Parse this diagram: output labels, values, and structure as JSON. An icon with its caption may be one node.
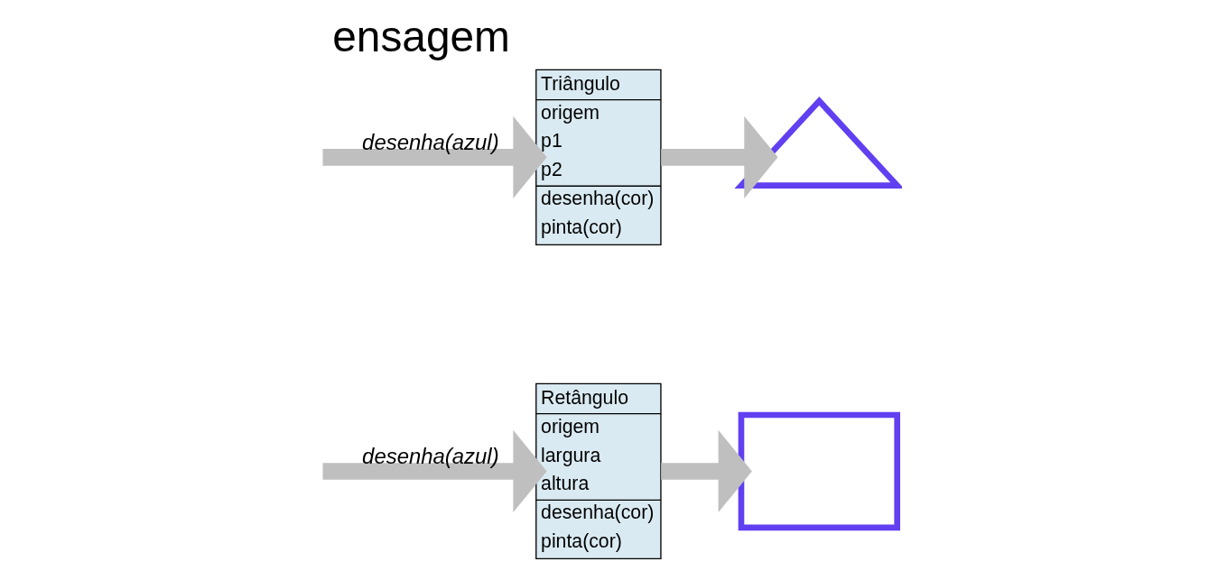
{
  "diagram": {
    "title": "ensagem",
    "nodes": [
      {
        "text": [
          "Triângulo",
          "origem",
          "p1",
          "p2",
          "desenha(cor)",
          "pinta(cor)"
        ]
      },
      {
        "text": [],
        "shape": "triangle"
      },
      {
        "text": [
          "Retângulo",
          "origem",
          "largura",
          "altura",
          "desenha(cor)",
          "pinta(cor)"
        ]
      },
      {
        "text": [],
        "shape": "box"
      }
    ],
    "edges": [
      {
        "from": null,
        "to": 0,
        "arrow": "to",
        "label": "desenha(azul)"
      },
      {
        "from": 0,
        "to": 1,
        "arrow": "to"
      },
      {
        "from": null,
        "to": 2,
        "arrow": "to",
        "label": "desenha(azul)"
      },
      {
        "from": 2,
        "to": 3,
        "arrow": "to"
      }
    ]
  }
}
